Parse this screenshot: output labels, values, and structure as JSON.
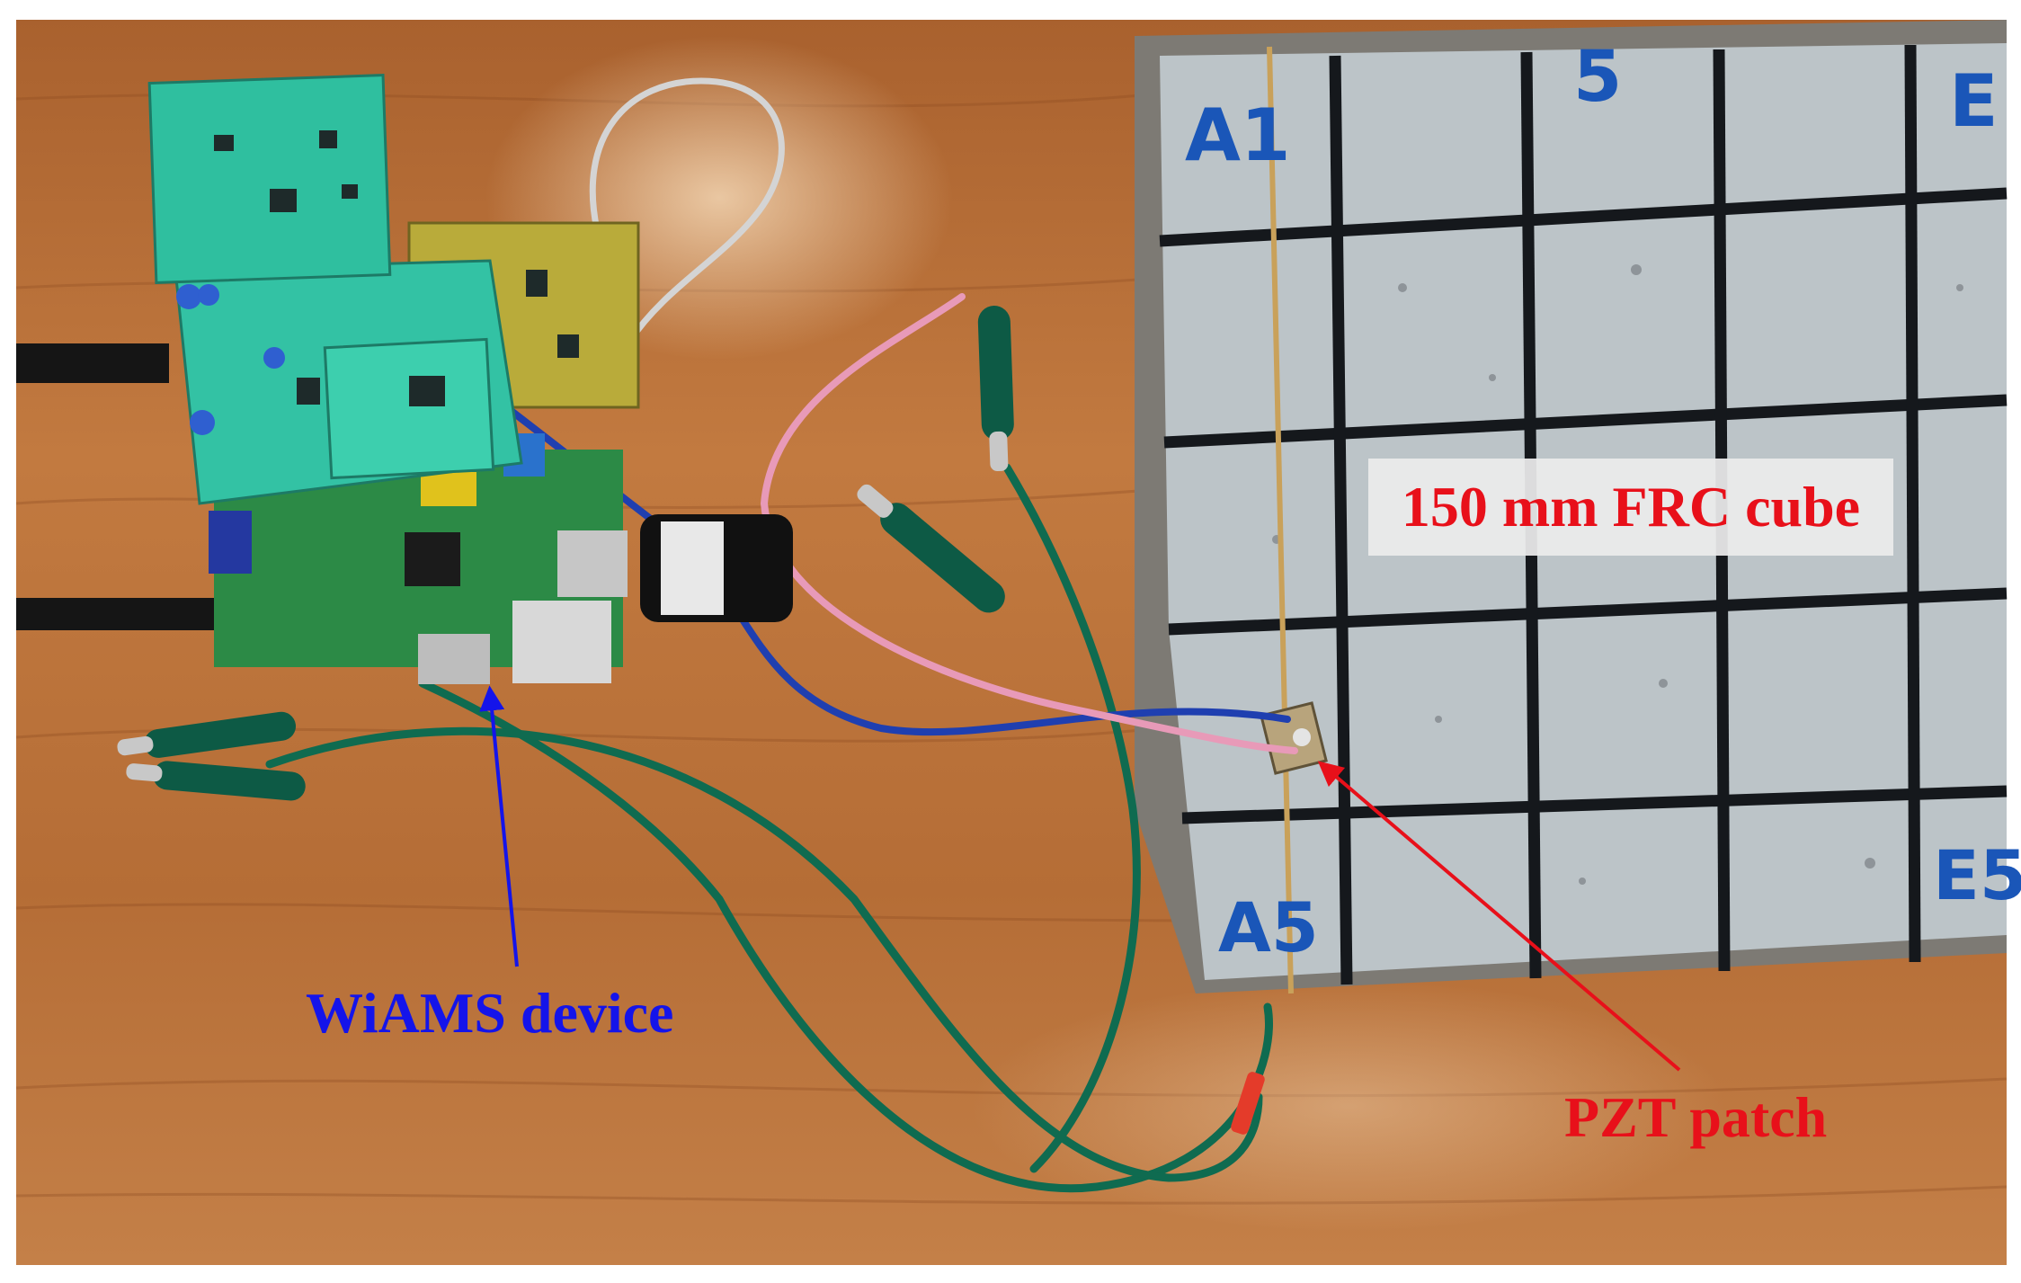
{
  "labels": {
    "cube": "150 mm FRC cube",
    "device": "WiAMS device",
    "patch": "PZT patch"
  },
  "grid_marks": {
    "a1": "A1",
    "five": "5",
    "e_top": "E",
    "a5": "A5",
    "e_bottom": "E5"
  },
  "colors": {
    "wood": "#b8703a",
    "concrete": "#bcc4c8",
    "grid_line": "#15181c",
    "pcb": "#33c2a4",
    "label_red": "#e8101a",
    "label_blue": "#1414ea",
    "wire_green": "#0f6b50",
    "wire_blue": "#1f3fb0",
    "wire_pink": "#e89ab8"
  }
}
